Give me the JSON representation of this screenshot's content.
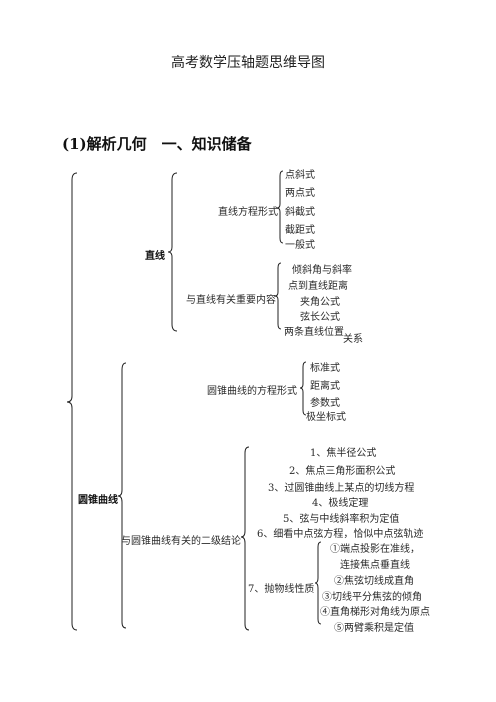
{
  "title": "高考数学压轴题思维导图",
  "section_heading": "(1)解析几何　一、知识储备",
  "tree": {
    "line": {
      "label": "直线",
      "equation_forms": {
        "label": "直线方程形式",
        "items": [
          "点斜式",
          "两点式",
          "斜截式",
          "截距式",
          "一般式"
        ]
      },
      "related_content": {
        "label": "与直线有关重要内容",
        "items": [
          "倾斜角与斜率",
          "点到直线距离",
          "夹角公式",
          "弦长公式",
          "两条直线位置",
          "关系"
        ]
      }
    },
    "conic": {
      "label": "圆锥曲线",
      "equation_forms": {
        "label": "圆锥曲线的方程形式",
        "items": [
          "标准式",
          "距离式",
          "参数式",
          "极坐标式"
        ]
      },
      "conclusions": {
        "label": "与圆锥曲线有关的二级结论",
        "items": [
          "1、焦半径公式",
          "2、焦点三角形面积公式",
          "3、过圆锥曲线上某点的切线方程",
          "4、极线定理",
          "5、弦与中线斜率积为定值",
          "6、细看中点弦方程，恰似中点弦轨迹"
        ],
        "parabola": {
          "label": "7、抛物线性质",
          "items": [
            "①端点投影在准线，",
            "连接焦点垂直线",
            "②焦弦切线成直角",
            "③切线平分焦弦的倾角",
            "④直角梯形对角线为原点",
            "⑤两臂乘积是定值"
          ]
        }
      }
    }
  }
}
